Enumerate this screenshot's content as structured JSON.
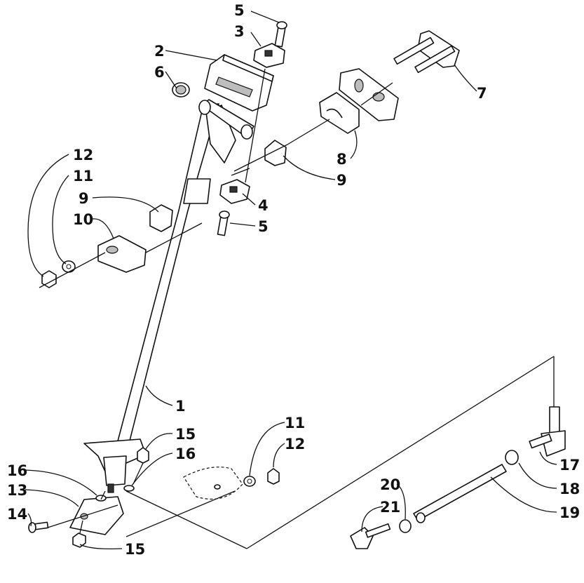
{
  "diagram": {
    "callouts": [
      {
        "id": "1",
        "text": "1"
      },
      {
        "id": "2",
        "text": "2"
      },
      {
        "id": "3",
        "text": "3"
      },
      {
        "id": "4",
        "text": "4"
      },
      {
        "id": "5a",
        "text": "5"
      },
      {
        "id": "5b",
        "text": "5"
      },
      {
        "id": "6",
        "text": "6"
      },
      {
        "id": "7",
        "text": "7"
      },
      {
        "id": "8",
        "text": "8"
      },
      {
        "id": "9a",
        "text": "9"
      },
      {
        "id": "9b",
        "text": "9"
      },
      {
        "id": "10",
        "text": "10"
      },
      {
        "id": "11a",
        "text": "11"
      },
      {
        "id": "11b",
        "text": "11"
      },
      {
        "id": "12a",
        "text": "12"
      },
      {
        "id": "12b",
        "text": "12"
      },
      {
        "id": "13",
        "text": "13"
      },
      {
        "id": "14",
        "text": "14"
      },
      {
        "id": "15a",
        "text": "15"
      },
      {
        "id": "15b",
        "text": "15"
      },
      {
        "id": "16a",
        "text": "16"
      },
      {
        "id": "16b",
        "text": "16"
      },
      {
        "id": "17",
        "text": "17"
      },
      {
        "id": "18",
        "text": "18"
      },
      {
        "id": "19",
        "text": "19"
      },
      {
        "id": "20",
        "text": "20"
      },
      {
        "id": "21",
        "text": "21"
      }
    ]
  }
}
